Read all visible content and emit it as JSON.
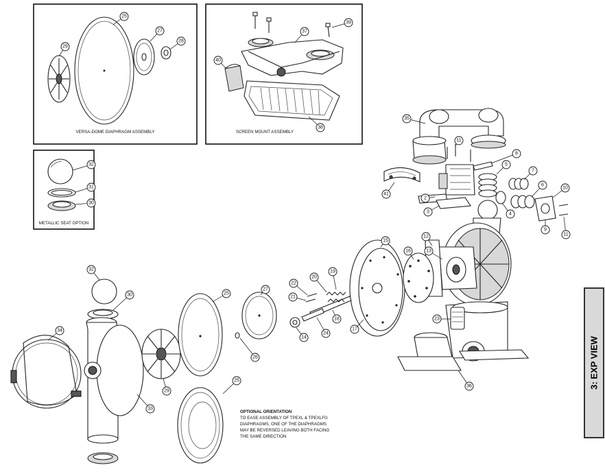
{
  "panels": {
    "versa_dome": {
      "caption": "VERSA-DOME DIAPHRAGM ASSEMBLY"
    },
    "screen_mount": {
      "caption": "SCREEN MOUNT ASSEMBLY"
    },
    "metallic_seat": {
      "caption": "METALLIC SEAT OPTION"
    }
  },
  "note": {
    "title": "OPTIONAL ORIENTATION",
    "lines": [
      "TO EASE ASSEMBLY OF TPEXL & TPEXLFG",
      "DIAPHRAGMS, ONE OF THE DIAPHRAGMS",
      "MAY BE REVERSED LEAVING BOTH FACING",
      "THE SAME DIRECTION"
    ]
  },
  "side_tab": {
    "label": "3: EXP VIEW"
  },
  "callouts": {
    "c25a": "25",
    "c27a": "27",
    "c28": "28",
    "c29a": "29",
    "c37": "37",
    "c39": "39",
    "c40": "40",
    "c38": "38",
    "c32a": "32",
    "c31": "31",
    "c30a": "30",
    "c35": "35",
    "c11a": "11",
    "c8": "8",
    "c5": "5",
    "c7": "7",
    "c6": "6",
    "c10": "10",
    "c41": "41",
    "c2": "2",
    "c3": "3",
    "c4": "4",
    "c9": "9",
    "c11b": "11",
    "c12": "12",
    "c13": "13",
    "c16": "16",
    "c15": "15",
    "c22": "22",
    "c20": "20",
    "c19": "19",
    "c21": "21",
    "c18": "18",
    "c24": "24",
    "c14": "14",
    "c17": "17",
    "c23": "23",
    "c36": "36",
    "c32b": "32",
    "c30b": "30",
    "c34": "34",
    "c33": "33",
    "c29b": "29",
    "c25b": "25",
    "c27b": "27",
    "c26": "26",
    "c25c": "25"
  }
}
